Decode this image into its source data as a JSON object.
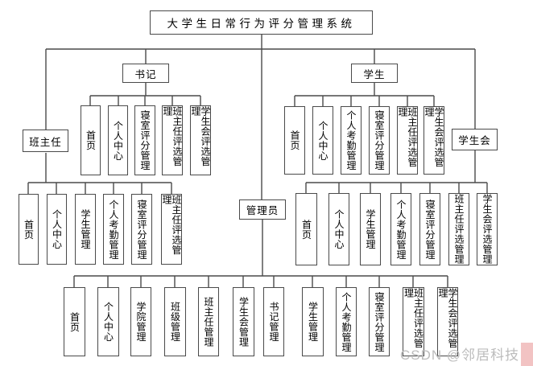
{
  "diagram": {
    "title": "大学生日常行为评分管理系统",
    "roles": {
      "secretary": "书记",
      "student": "学生",
      "class_teacher": "班主任",
      "admin": "管理员",
      "student_union": "学生会"
    },
    "secretary_children": [
      "首页",
      "个人中心",
      "寝室评分管理",
      "班主任评选管理",
      "学生会评选管理"
    ],
    "class_teacher_children": [
      "首页",
      "个人中心",
      "学生管理",
      "个人考勤管理",
      "寝室评分管理",
      "班主任评选管理"
    ],
    "student_children": [
      "首页",
      "个人中心",
      "个人考勤管理",
      "寝室评分管理",
      "班主任评选管理",
      "学生会评选管理"
    ],
    "student_union_children": [
      "首页",
      "个人中心",
      "学生管理",
      "个人考勤管理",
      "寝室评分管理",
      "班主任评选管理",
      "学生会评选管理"
    ],
    "admin_children": [
      "首页",
      "个人中心",
      "学院管理",
      "班级管理",
      "班主任管理",
      "学生会管理",
      "书记管理",
      "学生管理",
      "个人考勤管理",
      "寝室评分管理",
      "班主任评选管理",
      "学生会评选管理"
    ]
  },
  "watermark": {
    "text": "CSDN @邻居科技"
  },
  "colors": {
    "line": "#4a4a4a",
    "node_border": "#4a4a4a",
    "watermark_text": "#bcbcbc",
    "watermark_accent": "#f2c3c3"
  }
}
